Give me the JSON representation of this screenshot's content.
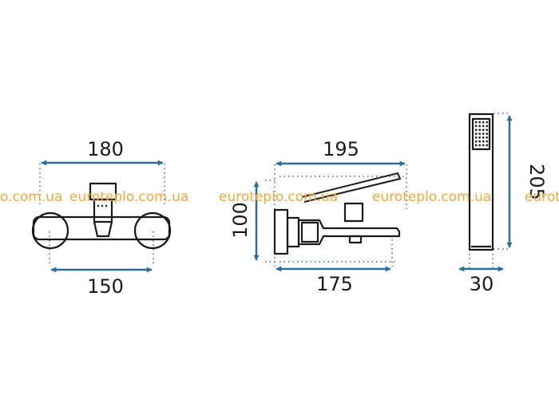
{
  "watermark": {
    "text": "euroteplo.com.ua",
    "left_partial": "o.com.ua",
    "right_partial": "euroteplo",
    "color": "#f2a93b"
  },
  "colors": {
    "dimension_line": "#2e6f96",
    "outline": "#1a1a1a",
    "extension_dots": "#2e6f96"
  },
  "views": {
    "front": {
      "top_dimension": "180",
      "bottom_dimension": "150"
    },
    "side": {
      "top_dimension": "195",
      "bottom_dimension": "175",
      "height_dimension": "100"
    },
    "hand_shower": {
      "height_dimension": "205",
      "width_dimension": "30"
    }
  }
}
